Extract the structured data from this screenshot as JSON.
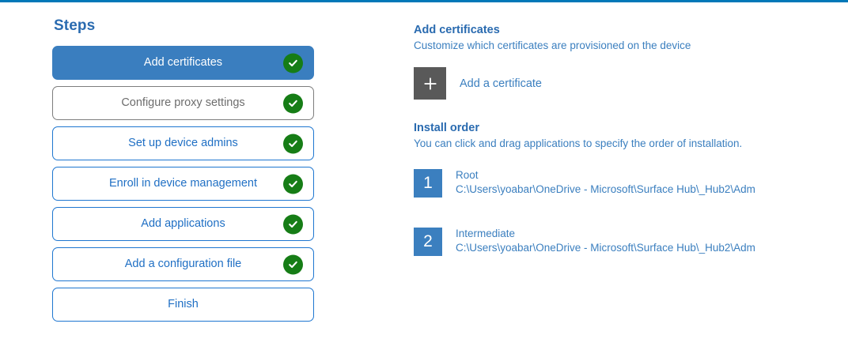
{
  "theme": {
    "accent_rule": "#0078b8",
    "link_blue": "#3b7fbf",
    "heading_blue": "#2a6bb0",
    "active_step_bg": "#3a7ebf",
    "check_green": "#167d16",
    "plus_tile_gray": "#595959",
    "muted_border": "#7d7d7d"
  },
  "steps_panel": {
    "title": "Steps",
    "items": [
      {
        "label": "Add certificates",
        "state": "active",
        "completed": true
      },
      {
        "label": "Configure proxy settings",
        "state": "muted",
        "completed": true
      },
      {
        "label": "Set up device admins",
        "state": "normal",
        "completed": true
      },
      {
        "label": "Enroll in device management",
        "state": "normal",
        "completed": true
      },
      {
        "label": "Add applications",
        "state": "normal",
        "completed": true
      },
      {
        "label": "Add a configuration file",
        "state": "normal",
        "completed": true
      },
      {
        "label": "Finish",
        "state": "normal",
        "completed": false
      }
    ]
  },
  "detail_panel": {
    "heading": "Add certificates",
    "subheading": "Customize which certificates are provisioned on the device",
    "add_certificate": {
      "icon": "plus-icon",
      "label": "Add a certificate"
    },
    "install_order": {
      "heading": "Install order",
      "subheading": "You can click and drag applications to specify the order of installation.",
      "items": [
        {
          "number": "1",
          "name": "Root",
          "path": "C:\\Users\\yoabar\\OneDrive - Microsoft\\Surface Hub\\_Hub2\\Adm"
        },
        {
          "number": "2",
          "name": "Intermediate",
          "path": "C:\\Users\\yoabar\\OneDrive - Microsoft\\Surface Hub\\_Hub2\\Adm"
        }
      ]
    }
  }
}
